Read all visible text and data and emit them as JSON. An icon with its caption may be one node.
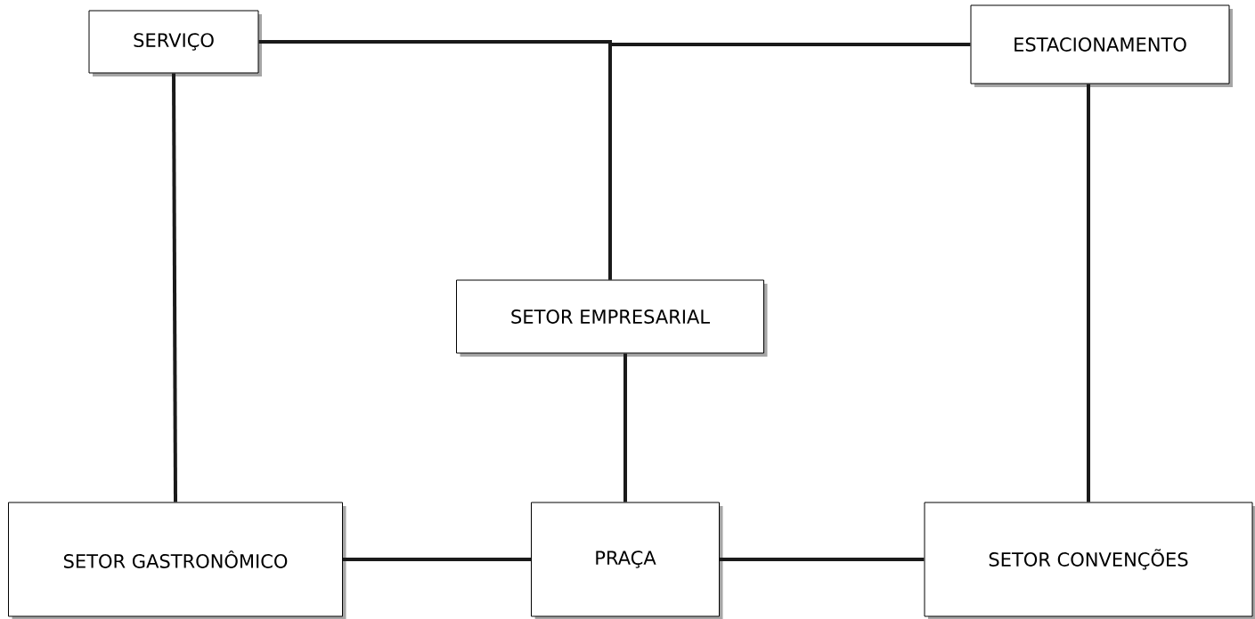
{
  "diagram": {
    "nodes": [
      {
        "text": [
          "SERVIÇO"
        ]
      },
      {
        "text": [
          "ESTACIONAMENTO"
        ]
      },
      {
        "text": [
          "SETOR EMPRESARIAL"
        ]
      },
      {
        "text": [
          "SETOR GASTRONÔMICO"
        ]
      },
      {
        "text": [
          "PRAÇA"
        ]
      },
      {
        "text": [
          "SETOR CONVENÇÕES"
        ]
      }
    ],
    "edges": [
      {
        "from": 0,
        "to": 2,
        "arrow": "none"
      },
      {
        "from": 1,
        "to": 2,
        "arrow": "none"
      },
      {
        "from": 0,
        "to": 3,
        "arrow": "none"
      },
      {
        "from": 2,
        "to": 4,
        "arrow": "none"
      },
      {
        "from": 1,
        "to": 5,
        "arrow": "none"
      },
      {
        "from": 3,
        "to": 4,
        "arrow": "none"
      },
      {
        "from": 4,
        "to": 5,
        "arrow": "none"
      }
    ]
  }
}
